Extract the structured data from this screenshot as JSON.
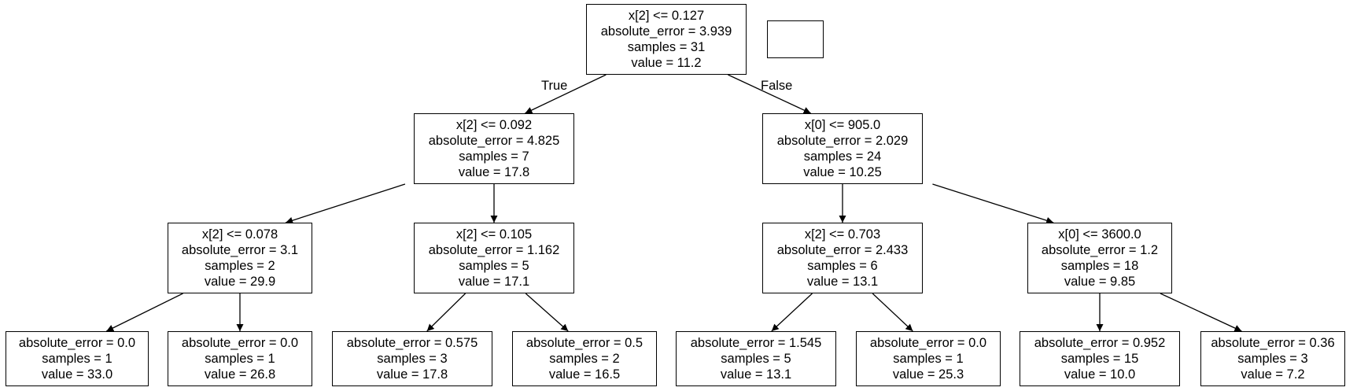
{
  "tree": {
    "nodes": [
      {
        "id": "n0",
        "lines": [
          "x[2] <= 0.127",
          "absolute_error = 3.939",
          "samples = 31",
          "value = 11.2"
        ]
      },
      {
        "id": "n1",
        "lines": [
          "x[2] <= 0.092",
          "absolute_error = 4.825",
          "samples = 7",
          "value = 17.8"
        ]
      },
      {
        "id": "n2",
        "lines": [
          "x[2] <= 0.078",
          "absolute_error = 3.1",
          "samples = 2",
          "value = 29.9"
        ]
      },
      {
        "id": "n3",
        "lines": [
          "absolute_error = 0.0",
          "samples = 1",
          "value = 33.0"
        ]
      },
      {
        "id": "n4",
        "lines": [
          "absolute_error = 0.0",
          "samples = 1",
          "value = 26.8"
        ]
      },
      {
        "id": "n5",
        "lines": [
          "x[2] <= 0.105",
          "absolute_error = 1.162",
          "samples = 5",
          "value = 17.1"
        ]
      },
      {
        "id": "n6",
        "lines": [
          "absolute_error = 0.575",
          "samples = 3",
          "value = 17.8"
        ]
      },
      {
        "id": "n7",
        "lines": [
          "absolute_error = 0.5",
          "samples = 2",
          "value = 16.5"
        ]
      },
      {
        "id": "n8",
        "lines": [
          "x[0] <= 905.0",
          "absolute_error = 2.029",
          "samples = 24",
          "value = 10.25"
        ]
      },
      {
        "id": "n9",
        "lines": [
          "x[2] <= 0.703",
          "absolute_error = 2.433",
          "samples = 6",
          "value = 13.1"
        ]
      },
      {
        "id": "n10",
        "lines": [
          "absolute_error = 1.545",
          "samples = 5",
          "value = 13.1"
        ]
      },
      {
        "id": "n11",
        "lines": [
          "absolute_error = 0.0",
          "samples = 1",
          "value = 25.3"
        ]
      },
      {
        "id": "n12",
        "lines": [
          "x[0] <= 3600.0",
          "absolute_error = 1.2",
          "samples = 18",
          "value = 9.85"
        ]
      },
      {
        "id": "n13",
        "lines": [
          "absolute_error = 0.952",
          "samples = 15",
          "value = 10.0"
        ]
      },
      {
        "id": "n14",
        "lines": [
          "absolute_error = 0.36",
          "samples = 3",
          "value = 7.2"
        ]
      }
    ],
    "edges": [
      {
        "from": "n0",
        "to": "n1",
        "label": "True"
      },
      {
        "from": "n0",
        "to": "n8",
        "label": "False"
      },
      {
        "from": "n1",
        "to": "n2"
      },
      {
        "from": "n1",
        "to": "n5"
      },
      {
        "from": "n2",
        "to": "n3"
      },
      {
        "from": "n2",
        "to": "n4"
      },
      {
        "from": "n5",
        "to": "n6"
      },
      {
        "from": "n5",
        "to": "n7"
      },
      {
        "from": "n8",
        "to": "n9"
      },
      {
        "from": "n8",
        "to": "n12"
      },
      {
        "from": "n9",
        "to": "n10"
      },
      {
        "from": "n9",
        "to": "n11"
      },
      {
        "from": "n12",
        "to": "n13"
      },
      {
        "from": "n12",
        "to": "n14"
      }
    ]
  }
}
